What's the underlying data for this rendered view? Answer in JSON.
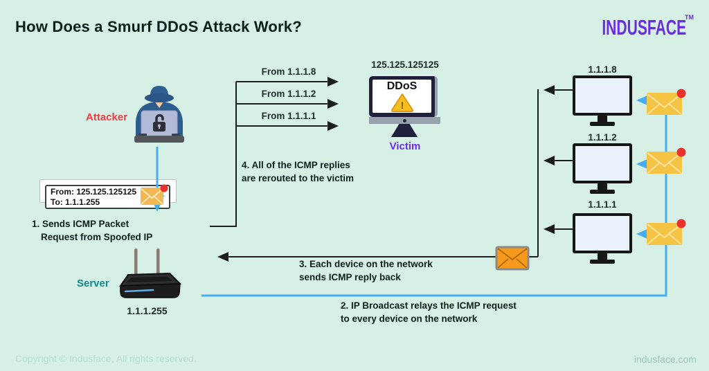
{
  "header": {
    "title": "How Does a Smurf DDoS Attack Work?",
    "brand": "INDUSFACE",
    "brand_tm": "TM"
  },
  "attacker": {
    "label": "Attacker"
  },
  "packet": {
    "from": "From: 125.125.125125",
    "to": "To: 1.1.1.255"
  },
  "flows": {
    "arrow1": "From 1.1.1.8",
    "arrow2": "From 1.1.1.2",
    "arrow3": "From 1.1.1.1"
  },
  "victim": {
    "ip": "125.125.125125",
    "screen": "DDoS",
    "warning_mark": "!",
    "label": "Victim"
  },
  "server": {
    "label": "Server",
    "ip": "1.1.1.255"
  },
  "devices": [
    {
      "ip": "1.1.1.8"
    },
    {
      "ip": "1.1.1.2"
    },
    {
      "ip": "1.1.1.1"
    }
  ],
  "steps": {
    "step1_line1": "1. Sends ICMP Packet",
    "step1_line2": "Request from Spoofed IP",
    "step2_line1": "2. IP Broadcast relays the ICMP request",
    "step2_line2": "to every device on the network",
    "step3_line1": "3. Each device on the network",
    "step3_line2": "sends ICMP reply back",
    "step4_line1": "4. All of the ICMP replies",
    "step4_line2": "are rerouted to the victim"
  },
  "footer": {
    "copyright": "Copyright © Indusface, All rights reserved.",
    "website": "indusface.com"
  },
  "icons": {
    "hacker": "hacker-with-laptop-icon",
    "router": "router-icon",
    "monitor": "monitor-icon",
    "envelope": "envelope-icon",
    "warning": "⚠"
  },
  "colors": {
    "background": "#d6f0e6",
    "brand_purple": "#6a2de0",
    "attacker_red": "#ef3a40",
    "victim_purple": "#6a2de0",
    "server_teal": "#0e8a8e",
    "arrow_blue": "#45aef0",
    "line_black": "#1c1c1c",
    "envelope_yellow": "#f5c445",
    "envelope_orange": "#f59a1a",
    "alert_red": "#e8322e"
  }
}
